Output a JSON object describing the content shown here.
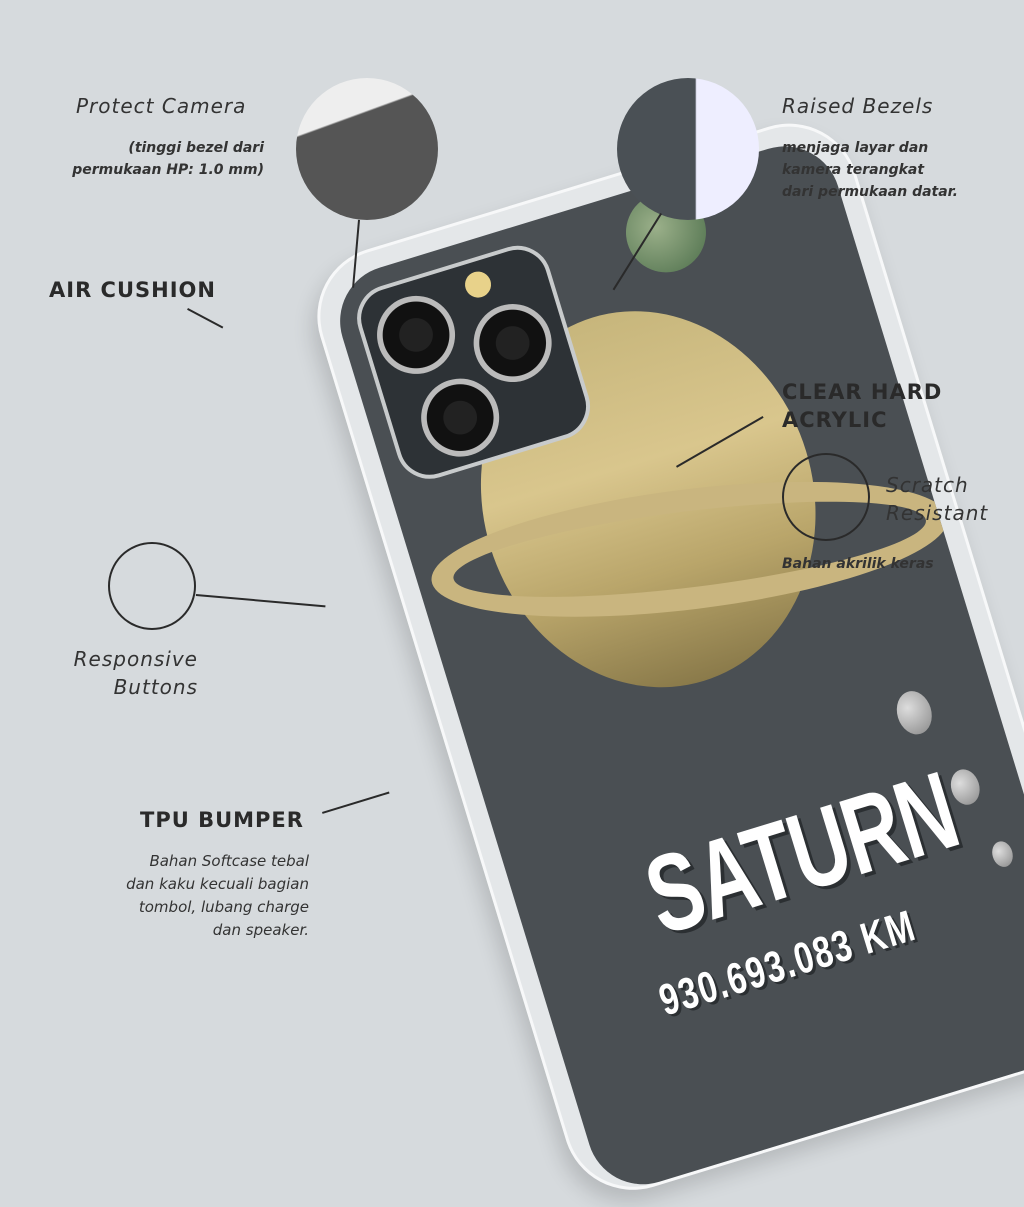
{
  "protect_camera": {
    "title": "Protect Camera",
    "desc1": "(tinggi bezel dari",
    "desc2": "permukaan HP: 1.0 mm)"
  },
  "raised_bezels": {
    "title": "Raised Bezels",
    "desc1": "menjaga layar dan",
    "desc2": "kamera terangkat",
    "desc3": "dari permukaan datar."
  },
  "air_cushion": "AIR CUSHION",
  "clear_hard": {
    "line1": "CLEAR HARD",
    "line2": "ACRYLIC"
  },
  "scratch": {
    "line1": "Scratch",
    "line2": "Resistant",
    "desc": "Bahan akrilik keras"
  },
  "responsive": {
    "line1": "Responsive",
    "line2": "Buttons"
  },
  "tpu": {
    "title": "TPU BUMPER",
    "desc1": "Bahan Softcase tebal",
    "desc2": "dan kaku kecuali bagian",
    "desc3": "tombol, lubang charge",
    "desc4": "dan speaker."
  },
  "phone": {
    "planet": "SATURN",
    "distance": "930.693.083 KM"
  }
}
